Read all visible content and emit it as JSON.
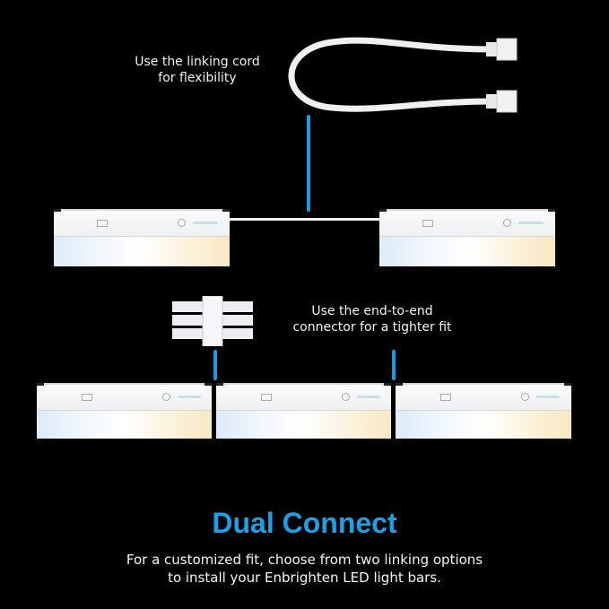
{
  "captions": {
    "linking_cord": [
      "Use the linking cord",
      "for flexibility"
    ],
    "end_to_end": [
      "Use the end-to-end",
      "connector for a tighter fit"
    ]
  },
  "heading": "Dual Connect",
  "subtitle": [
    "For a customized fit, choose from two linking options",
    "to install your Enbrighten LED light bars."
  ],
  "colors": {
    "accent": "#1ea0e6",
    "background": "#000000"
  },
  "icons": [
    "linking-cord-icon",
    "end-to-end-connector-icon",
    "led-light-bar-icon"
  ]
}
